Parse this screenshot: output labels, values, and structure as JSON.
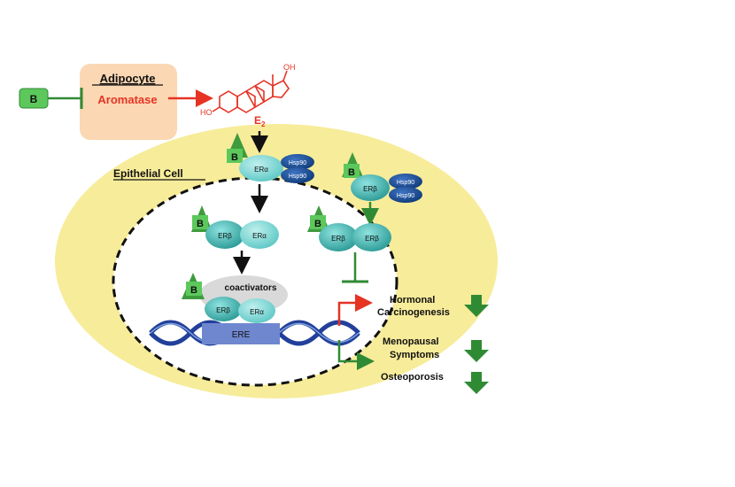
{
  "adipocyte": {
    "title": "Adipocyte",
    "enzyme": "Aromatase"
  },
  "inhibitor_letter": "B",
  "estradiol": {
    "oh_top": "OH",
    "oh_left": "HO",
    "name_base": "E",
    "name_sub": "2"
  },
  "cell_label": "Epithelial Cell",
  "receptors": {
    "er_alpha": "ERα",
    "er_beta": "ERβ",
    "hsp90": "Hsp90",
    "coactivators": "coactivators",
    "ere": "ERE"
  },
  "outcomes": {
    "hormonal_line1": "Hormonal",
    "hormonal_line2": "Carcinogenesis",
    "menopausal_line1": "Menopausal",
    "menopausal_line2": "Symptoms",
    "osteoporosis": "Osteoporosis"
  },
  "colors": {
    "cell_fill": "#f7ec9a",
    "adipocyte_fill": "#fbd7b3",
    "receptor_teal": "#3aa9a4",
    "receptor_light": "#6fd1cf",
    "hsp_blue": "#15498f",
    "ligand_green": "#3e9b3e",
    "aromatase_red": "#e63324",
    "dna_blue": "#22409a",
    "arrow_green": "#2f8a34"
  }
}
